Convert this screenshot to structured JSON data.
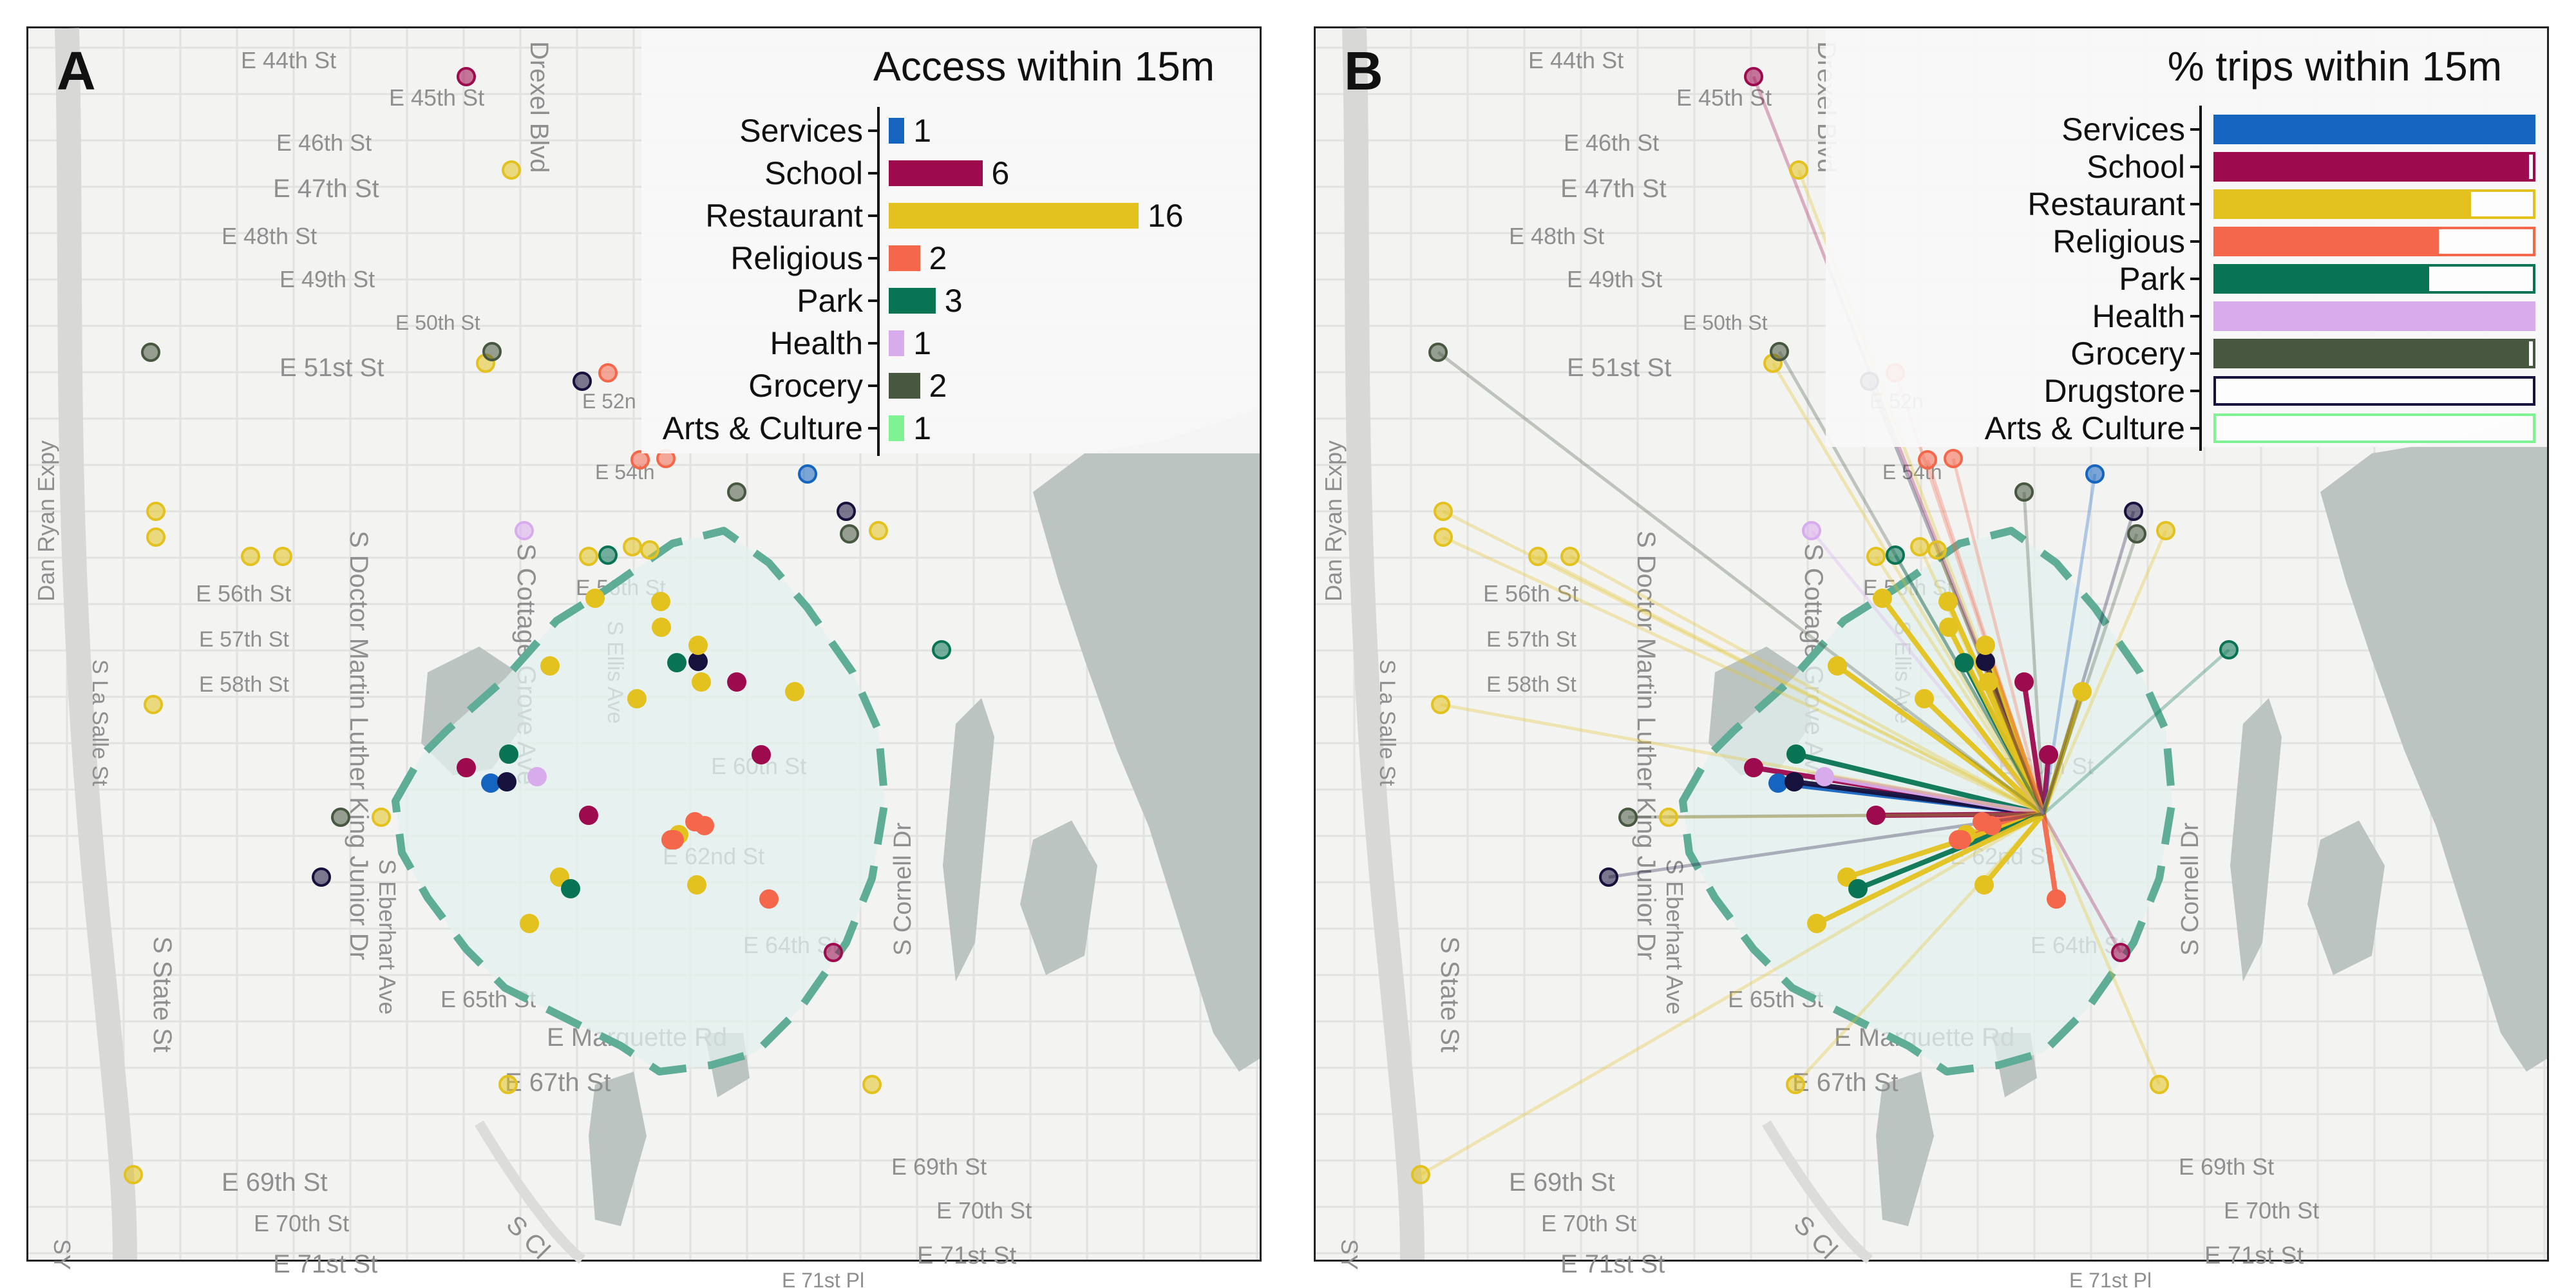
{
  "panels": [
    {
      "label": "A",
      "title": "Access within 15m"
    },
    {
      "label": "B",
      "title": "% trips within 15m"
    }
  ],
  "streets": [
    "E 44th St",
    "E 45th St",
    "E 46th St",
    "E 47th St",
    "E 48th St",
    "E 49th St",
    "E 50th St",
    "E 51st St",
    "E 52n",
    "E 54th",
    "E 56th St",
    "E 57th St",
    "E 58th St",
    "E 56th St",
    "E 60th St",
    "E 62nd St",
    "E 64th St",
    "E 65th St",
    "E Marquette Rd",
    "E 67th St",
    "E 69th St",
    "E 70th St",
    "E 71st St",
    "E 69th St",
    "E 70th St",
    "E 71st St",
    "E 71st Pl",
    "S Doctor Martin Luther King Junior Dr",
    "S Cottage Grove Ave",
    "S Ellis Ave",
    "S Eberhart Ave",
    "S State St",
    "S La Salle St",
    "Dan Ryan Expy",
    "S Cornell Dr",
    "Drexel Blvd",
    "S Cl",
    "SY",
    "St"
  ],
  "colors": {
    "services": "#1565c0",
    "school": "#9e0a4e",
    "restaurant": "#e3c21f",
    "religious": "#f4674a",
    "park": "#087454",
    "health": "#d8acec",
    "grocery": "#475740",
    "drugstore": "#16113d",
    "arts": "#7ff294",
    "isochrone": "#5fad97",
    "isochrone_fill": "#e3f0ed"
  },
  "chart_data": [
    {
      "type": "bar",
      "panel": "A",
      "title": "Access within 15m",
      "categories": [
        "Services",
        "School",
        "Restaurant",
        "Religious",
        "Park",
        "Health",
        "Grocery",
        "Arts & Culture"
      ],
      "values": [
        1,
        6,
        16,
        2,
        3,
        1,
        2,
        1
      ],
      "colors": [
        "#1565c0",
        "#9e0a4e",
        "#e3c21f",
        "#f4674a",
        "#087454",
        "#d8acec",
        "#475740",
        "#7ff294"
      ]
    },
    {
      "type": "bar",
      "panel": "B",
      "title": "% trips within 15m",
      "categories": [
        "Services",
        "School",
        "Restaurant",
        "Religious",
        "Park",
        "Health",
        "Grocery",
        "Drugstore",
        "Arts & Culture"
      ],
      "values": [
        100,
        98,
        80,
        70,
        67,
        100,
        98,
        0,
        0
      ],
      "colors": [
        "#1565c0",
        "#9e0a4e",
        "#e3c21f",
        "#f4674a",
        "#087454",
        "#d8acec",
        "#475740",
        "#16113d",
        "#7ff294"
      ]
    }
  ]
}
